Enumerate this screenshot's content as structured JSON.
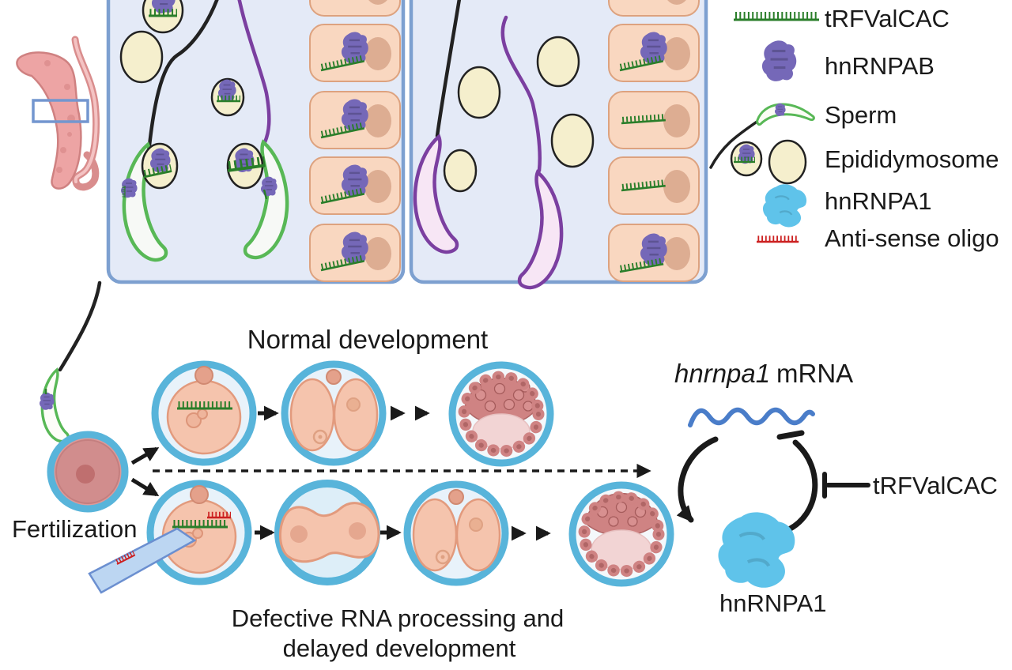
{
  "colors": {
    "green": "#2a7e2a",
    "purple": "#7568b8",
    "red": "#cc2020",
    "mrnaBlue": "#4a7dc9",
    "cyan": "#5fc3ea",
    "panelFill": "#e4eaf7",
    "panelBorder": "#7da0d0",
    "cellFill": "#f9d7c0",
    "cellBorder": "#dda27f",
    "nucleusFill": "#ddad92",
    "vesicleFill": "#f5efcd",
    "ringBlue": "#58b4da",
    "ringInner": "#e8f2fa",
    "cytoFill": "#f5c4ad",
    "cytoBorder": "#e29a7d",
    "blastoCell": "#cf8383",
    "cavity": "#f2d4d4",
    "eggFill": "#d18d8d",
    "eggNucleus": "#bf6f6f",
    "spermGreen": "#58b856",
    "spermPurple": "#7b3fa0",
    "spermPaleFill": "#f7e6f5",
    "organFill": "#eda4a4",
    "organEdge": "#cf8181",
    "ink": "#1a1a1a",
    "boxBlue": "#7396cf",
    "pipetteFill": "#bcd6f2",
    "pipetteBorder": "#6b8fd0"
  },
  "labels": {
    "fertilization": "Fertilization",
    "normal_title": "Normal development",
    "defective_line1": "Defective RNA processing and",
    "defective_line2": "delayed development",
    "mrna_gene": "hnrnpa1",
    "mrna_suffix": "mRNA",
    "hnrnpa1_protein": "hnRNPA1",
    "trf_inhibitor": "tRFValCAC"
  },
  "legend": {
    "items": [
      {
        "icon": "trf-comb-icon",
        "label": "tRFValCAC"
      },
      {
        "icon": "hnrnpab-icon",
        "label": "hnRNPAB"
      },
      {
        "icon": "sperm-icon",
        "label": "Sperm"
      },
      {
        "icon": "epididymosome-icon",
        "label": "Epididymosome"
      },
      {
        "icon": "hnrnpa1-icon",
        "label": "hnRNPA1"
      },
      {
        "icon": "antisense-oligo-icon",
        "label": "Anti-sense oligo"
      }
    ]
  }
}
